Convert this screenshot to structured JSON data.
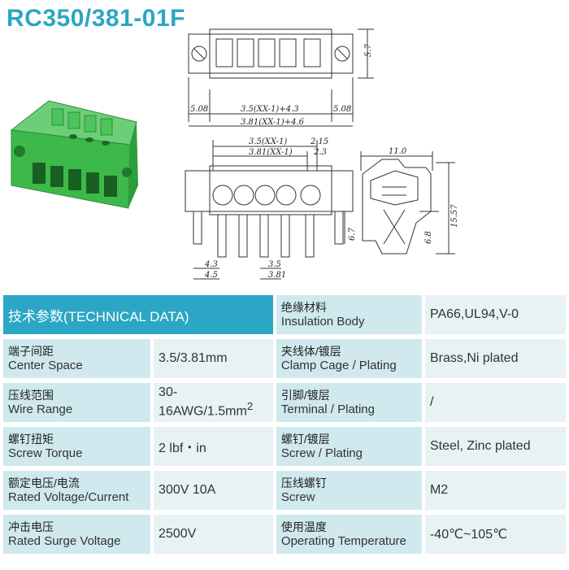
{
  "title": "RC350/381-01F",
  "drawing": {
    "top": {
      "d_left": "5.08",
      "d_mid1": "3.5(XX-1)+4.3",
      "d_right": "5.08",
      "d_mid2": "3.81(XX-1)+4.6",
      "d_h": "5.7"
    },
    "front": {
      "d_p1": "3.5(XX-1)",
      "d_p2": "3.81(XX-1)",
      "d_215": "2.15",
      "d_23": "2.3",
      "d_43": "4.3",
      "d_45": "4.5",
      "d_35": "3.5",
      "d_381": "3.81",
      "d_67": "6.7"
    },
    "side": {
      "d_11": "11.0",
      "d_1557": "15.57",
      "d_68": "6.8"
    }
  },
  "table": {
    "header": "技术参数(TECHNICAL DATA)",
    "rows": [
      {
        "l_cn": "端子间距",
        "l_en": "Center Space",
        "l_val": "3.5/3.81mm",
        "r_cn": "夹线体/镀层",
        "r_en": "Clamp Cage / Plating",
        "r_val": "Brass,Ni plated"
      },
      {
        "l_cn": "压线范围",
        "l_en": "Wire Range",
        "l_val": "30-16AWG/1.5mm",
        "l_sup": "2",
        "r_cn": "引脚/镀层",
        "r_en": "Terminal / Plating",
        "r_val": "/"
      },
      {
        "l_cn": "螺钉扭矩",
        "l_en": "Screw Torque",
        "l_val": "2 lbf・in",
        "r_cn": "螺钉/镀层",
        "r_en": "Screw / Plating",
        "r_val": "Steel, Zinc plated"
      },
      {
        "l_cn": "额定电压/电流",
        "l_en": "Rated Voltage/Current",
        "l_val": "300V 10A",
        "r_cn": "压线螺钉",
        "r_en": "Screw",
        "r_val": "M2"
      },
      {
        "l_cn": "冲击电压",
        "l_en": "Rated Surge Voltage",
        "l_val": "2500V",
        "r_cn": "使用温度",
        "r_en": "Operating Temperature",
        "r_val": "-40℃~105℃"
      }
    ],
    "top_right": {
      "cn": "绝缘材料",
      "en": "Insulation Body",
      "val": "PA66,UL94,V-0"
    }
  },
  "colors": {
    "accent": "#2ba6c4",
    "label_bg": "#cfe9ee",
    "value_bg": "#e8f1f3",
    "connector_green": "#3db84a"
  }
}
